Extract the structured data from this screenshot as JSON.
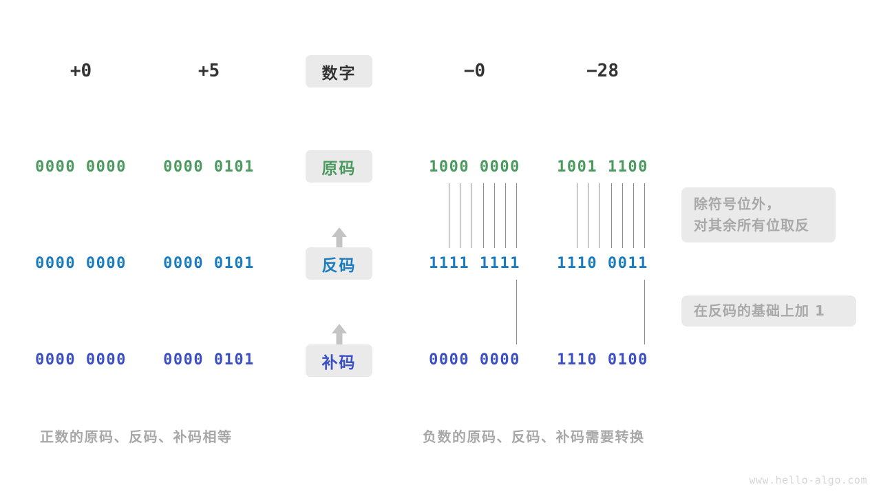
{
  "figure": {
    "watermark": "www.hello-algo.com"
  },
  "colors": {
    "green": "#4a9a5e",
    "blue": "#1a7cc0",
    "indigo": "#3b4fc4",
    "chip_bg": "#eaeaea",
    "gray_text": "#a8a8a8",
    "line": "#8c8c8c",
    "dark_text": "#333333",
    "background": "#ffffff"
  },
  "header": {
    "row_label": "数字",
    "columns": [
      {
        "name": "plus-zero",
        "label": "+0"
      },
      {
        "name": "plus-five",
        "label": "+5"
      },
      {
        "name": "minus-zero",
        "label": "−0"
      },
      {
        "name": "minus-28",
        "label": "−28"
      }
    ]
  },
  "rows": [
    {
      "key": "yuan",
      "label": "原码",
      "color": "#4a9a5e",
      "values": [
        "0000 0000",
        "0000 0101",
        "1000 0000",
        "1001 1100"
      ]
    },
    {
      "key": "fan",
      "label": "反码",
      "color": "#1a7cc0",
      "values": [
        "0000 0000",
        "0000 0101",
        "1111 1111",
        "1110 0011"
      ]
    },
    {
      "key": "bu",
      "label": "补码",
      "color": "#3b4fc4",
      "values": [
        "0000 0000",
        "0000 0101",
        "0000 0000",
        "1110 0100"
      ]
    }
  ],
  "arrows": [
    {
      "name": "arrow-yuan-to-fan",
      "glyph": "double-vertical-arrow"
    },
    {
      "name": "arrow-fan-to-bu",
      "glyph": "double-vertical-arrow"
    }
  ],
  "notes": [
    {
      "name": "note-invert-bits",
      "line1": "除符号位外，",
      "line2": "对其余所有位取反"
    },
    {
      "name": "note-add-one",
      "line1": "在反码的基础上加 1",
      "line2": ""
    }
  ],
  "captions": [
    {
      "name": "caption-positive",
      "text": "正数的原码、反码、补码相等"
    },
    {
      "name": "caption-negative",
      "text": "负数的原码、反码、补码需要转换"
    }
  ]
}
